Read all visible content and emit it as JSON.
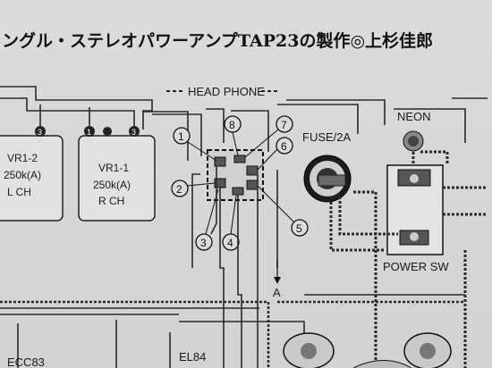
{
  "header": {
    "title": "ングル・ステレオパワーアンプTAP23の製作◎上杉佳郎"
  },
  "labels": {
    "head_phone": "HEAD PHONE",
    "neon": "NEON",
    "fuse": "FUSE/2A",
    "power_sw": "POWER SW",
    "arrow_a": "A",
    "ecc83": "ECC83",
    "el84": "EL84"
  },
  "vr1_2": {
    "name": "VR1-2",
    "value": "250k(A)",
    "channel": "L CH"
  },
  "vr1_1": {
    "name": "VR1-1",
    "value": "250k(A)",
    "channel": "R CH"
  },
  "pins": {
    "p1": "1",
    "p2": "2",
    "p3": "3",
    "p4": "4",
    "p5": "5",
    "p6": "6",
    "p7": "7",
    "p8": "8"
  },
  "terminals": {
    "t3": "3",
    "t1": "1"
  }
}
